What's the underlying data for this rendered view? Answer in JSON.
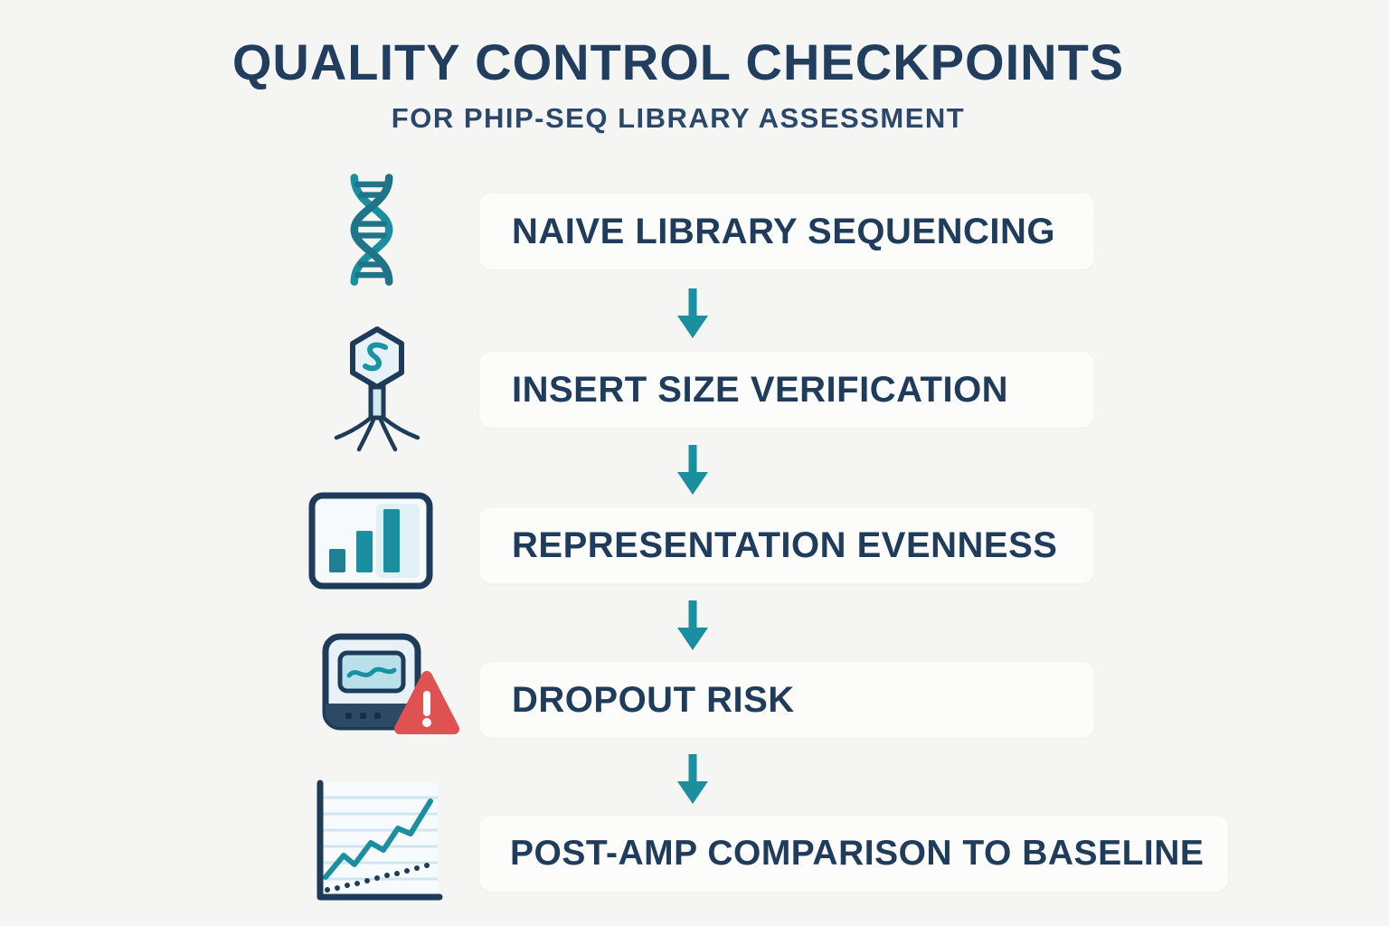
{
  "title": "QUALITY CONTROL CHECKPOINTS",
  "subtitle": "FOR PHIP-SEQ LIBRARY ASSESSMENT",
  "colors": {
    "background": "#f5f5f3",
    "card": "#fcfcfb",
    "heading_text": "#223e5e",
    "step_text": "#203c5c",
    "accent_teal": "#1a8fa0",
    "icon_navy": "#1e3c5a",
    "warning_red": "#e05252"
  },
  "steps": [
    {
      "label": "NAIVE LIBRARY SEQUENCING",
      "icon": "dna-helix-icon"
    },
    {
      "label": "INSERT SIZE VERIFICATION",
      "icon": "bacteriophage-icon"
    },
    {
      "label": "REPRESENTATION EVENNESS",
      "icon": "bar-chart-icon"
    },
    {
      "label": "DROPOUT RISK",
      "icon": "instrument-warning-icon"
    },
    {
      "label": "POST-AMP COMPARISON TO BASELINE",
      "icon": "line-chart-icon"
    }
  ],
  "connector": "down-arrow-icon"
}
